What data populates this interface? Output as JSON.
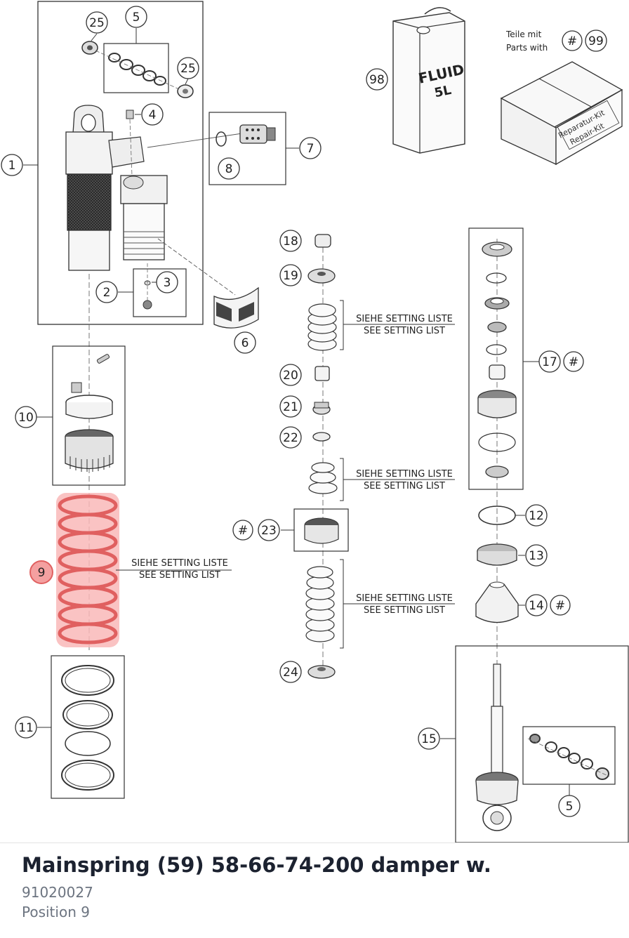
{
  "diagram": {
    "callouts": {
      "c1": "1",
      "c2": "2",
      "c3": "3",
      "c4": "4",
      "c5_top": "5",
      "c5_bottom": "5",
      "c6": "6",
      "c7": "7",
      "c8": "8",
      "c9": "9",
      "c10": "10",
      "c11": "11",
      "c12": "12",
      "c13": "13",
      "c14": "14",
      "c15": "15",
      "c17": "17",
      "c18": "18",
      "c19": "19",
      "c20": "20",
      "c21": "21",
      "c22": "22",
      "c23": "23",
      "c24": "24",
      "c25_top": "25",
      "c25_right": "25",
      "c98": "98",
      "c99": "99"
    },
    "hash_symbol": "#",
    "setting_note_de": "SIEHE SETTING LISTE",
    "setting_note_en": "SEE SETTING LIST",
    "parts_with_de": "Teile mit",
    "parts_with_en": "Parts with",
    "fluid_line1": "FLUID",
    "fluid_line2": "5L",
    "repair_kit_de": "Reparatur-Kit",
    "repair_kit_en": "Repair-Kit",
    "highlight_color": "#f08080"
  },
  "footer": {
    "title": "Mainspring (59) 58-66-74-200 damper w.",
    "part_number": "91020027",
    "position": "Position 9"
  }
}
